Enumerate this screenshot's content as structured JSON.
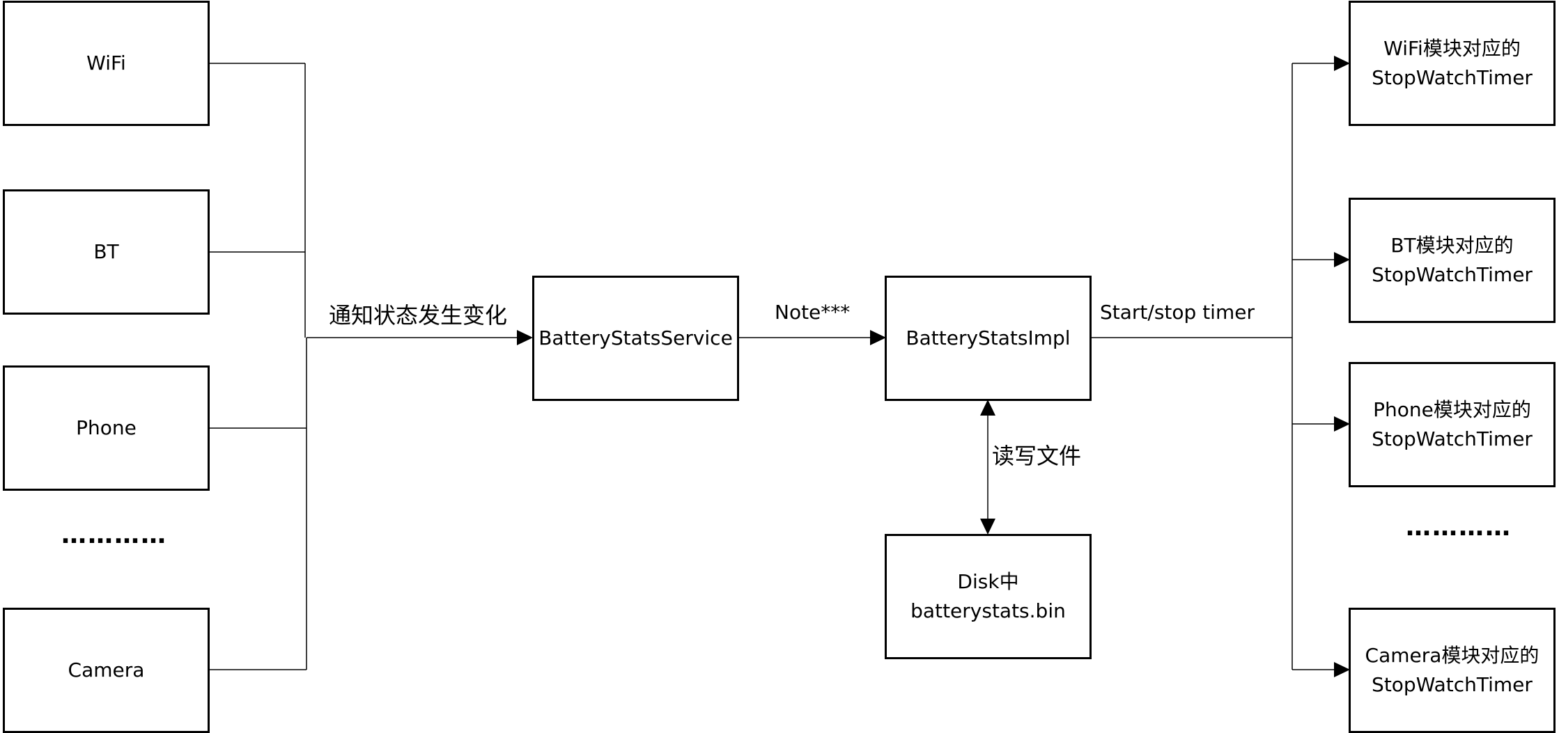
{
  "sources": {
    "wifi": "WiFi",
    "bt": "BT",
    "phone": "Phone",
    "ellipsis": "…………",
    "camera": "Camera"
  },
  "edges": {
    "notify": "通知状态发生变化",
    "note": "Note***",
    "start_stop": "Start/stop timer",
    "read_write": "读写文件"
  },
  "service": "BatteryStatsService",
  "impl": "BatteryStatsImpl",
  "disk": {
    "line1": "Disk中",
    "line2": "batterystats.bin"
  },
  "timers": {
    "wifi": {
      "line1": "WiFi模块对应的",
      "line2": "StopWatchTimer"
    },
    "bt": {
      "line1": "BT模块对应的",
      "line2": "StopWatchTimer"
    },
    "phone": {
      "line1": "Phone模块对应的",
      "line2": "StopWatchTimer"
    },
    "ellipsis": "…………",
    "camera": {
      "line1": "Camera模块对应的",
      "line2": "StopWatchTimer"
    }
  }
}
